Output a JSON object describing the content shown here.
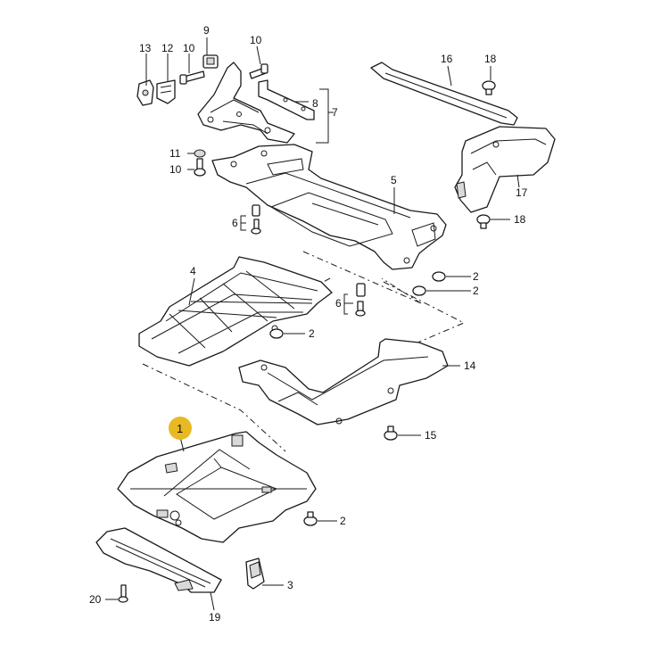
{
  "highlight_color": "#e8b923",
  "callouts": {
    "c1": "1",
    "c2a": "2",
    "c2b": "2",
    "c2c": "2",
    "c2d": "2",
    "c3": "3",
    "c4": "4",
    "c5": "5",
    "c6a": "6",
    "c6b": "6",
    "c7": "7",
    "c8": "8",
    "c9": "9",
    "c10a": "10",
    "c10b": "10",
    "c10c": "10",
    "c11": "11",
    "c12": "12",
    "c13": "13",
    "c14": "14",
    "c15": "15",
    "c16": "16",
    "c17": "17",
    "c18a": "18",
    "c18b": "18",
    "c19": "19",
    "c20": "20"
  }
}
